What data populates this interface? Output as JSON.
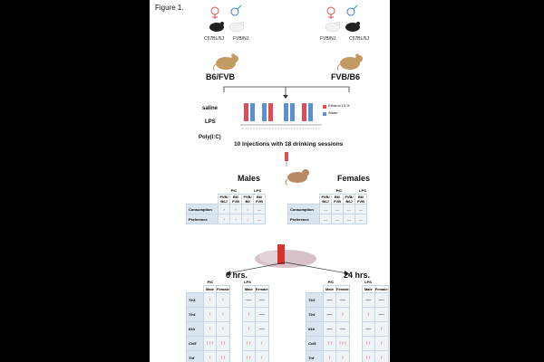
{
  "figure_label": "Figure 1.",
  "parents_left": {
    "a": "C57BL/6J",
    "b": "FVB/NJ"
  },
  "parents_right": {
    "a": "FVB/NJ",
    "b": "C57BL/6J"
  },
  "cross_left": "B6/FVB",
  "cross_right": "FVB/B6",
  "treatments": [
    "saline",
    "LPS",
    "Poly(I:C)"
  ],
  "legend": {
    "ethanol": "Ethanol 15 %",
    "water": "Water"
  },
  "protocol": "10 Injections with 18 drinking sessions",
  "colors": {
    "ethanol": "#e34a5a",
    "water": "#5b8fd6",
    "arrow_red": "#e02020",
    "arrow_blue": "#2a3f8f",
    "row_header": "#d9e5f1"
  },
  "males": {
    "title": "Males",
    "groups": [
      "PIC",
      "LPS"
    ],
    "columns": [
      "FVB/ B6J",
      "B6/ FVB",
      "FVB/ B6",
      "B6/ FVB"
    ],
    "rows": [
      {
        "label": "Consumption",
        "cells": [
          "↑",
          "↑",
          "↓",
          "—"
        ]
      },
      {
        "label": "Preference",
        "cells": [
          "↑",
          "↑",
          "↓",
          "—"
        ]
      }
    ]
  },
  "females": {
    "title": "Females",
    "groups": [
      "PIC",
      "LPS"
    ],
    "columns": [
      "FVB/ B6J",
      "B6/ FVB",
      "FVB/ B6J",
      "B6/ FVB"
    ],
    "rows": [
      {
        "label": "Consumption",
        "cells": [
          "—",
          "—",
          "—",
          "—"
        ]
      },
      {
        "label": "Preference",
        "cells": [
          "—",
          "—",
          "—",
          "—"
        ]
      }
    ]
  },
  "time_6h": {
    "title": "6 hrs.",
    "groups": [
      "PIC",
      "LPS"
    ],
    "columns": [
      "Male",
      "Female",
      "Male",
      "Female"
    ],
    "rows": [
      {
        "label": "Tlr3",
        "cells": [
          "↑",
          "↑",
          "—",
          "—"
        ]
      },
      {
        "label": "Tlr4",
        "cells": [
          "↑",
          "↑",
          "↑",
          "—"
        ]
      },
      {
        "label": "Il1b",
        "cells": [
          "↑",
          "↑",
          "↑",
          "—"
        ]
      },
      {
        "label": "Ccl5",
        "cells": [
          "↑↑↑",
          "↑↑",
          "↑↑",
          "↑"
        ]
      },
      {
        "label": "Tnf",
        "cells": [
          "↑",
          "↑↑",
          "↑↑",
          "↑"
        ]
      }
    ]
  },
  "time_24h": {
    "title": "24 hrs.",
    "groups": [
      "PIC",
      "LPS"
    ],
    "columns": [
      "Male",
      "Female",
      "Male",
      "Female"
    ],
    "rows": [
      {
        "label": "Tlr3",
        "cells": [
          "—",
          "—",
          "—",
          "—"
        ]
      },
      {
        "label": "Tlr4",
        "cells": [
          "—",
          "↑",
          "↑",
          "—"
        ]
      },
      {
        "label": "Il1b",
        "cells": [
          "—",
          "—",
          "—",
          "↑"
        ]
      },
      {
        "label": "Ccl5",
        "cells": [
          "↑↑",
          "↑↑↑",
          "↑↑",
          "↑"
        ]
      },
      {
        "label": "Tnf",
        "cells": [
          "↑",
          "↑",
          "↑↑",
          "↑"
        ]
      }
    ]
  }
}
